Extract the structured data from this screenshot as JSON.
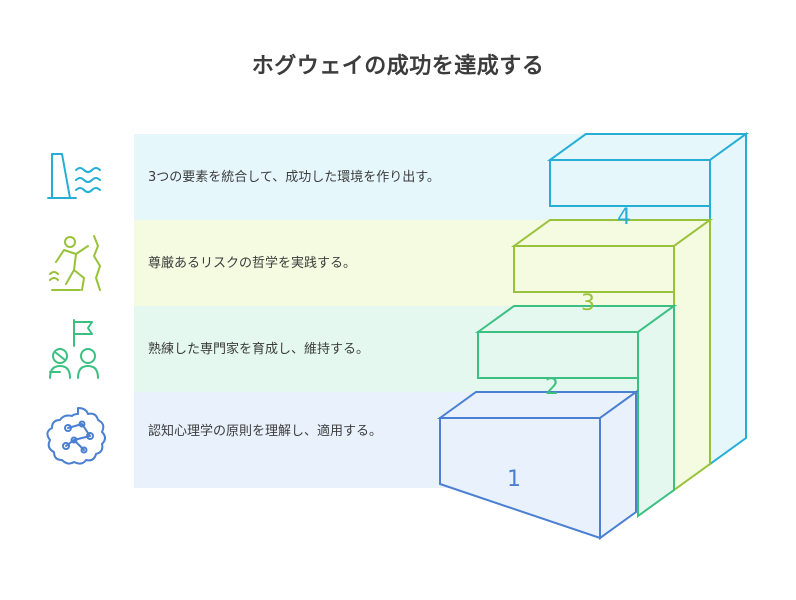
{
  "title": "ホグウェイの成功を達成する",
  "steps": [
    {
      "number": "1",
      "text": "認知心理学の原則を理解し、適用する。",
      "color": "#4a7fd1"
    },
    {
      "number": "2",
      "text": "熟練した専門家を育成し、維持する。",
      "color": "#3cc082"
    },
    {
      "number": "3",
      "text": "尊厳あるリスクの哲学を実践する。",
      "color": "#98c23a"
    },
    {
      "number": "4",
      "text": "3つの要素を統合して、成功した環境を作り出す。",
      "color": "#27aed6"
    }
  ],
  "icons": [
    "brain-icon",
    "team-flag-icon",
    "climber-icon",
    "dam-water-icon"
  ]
}
